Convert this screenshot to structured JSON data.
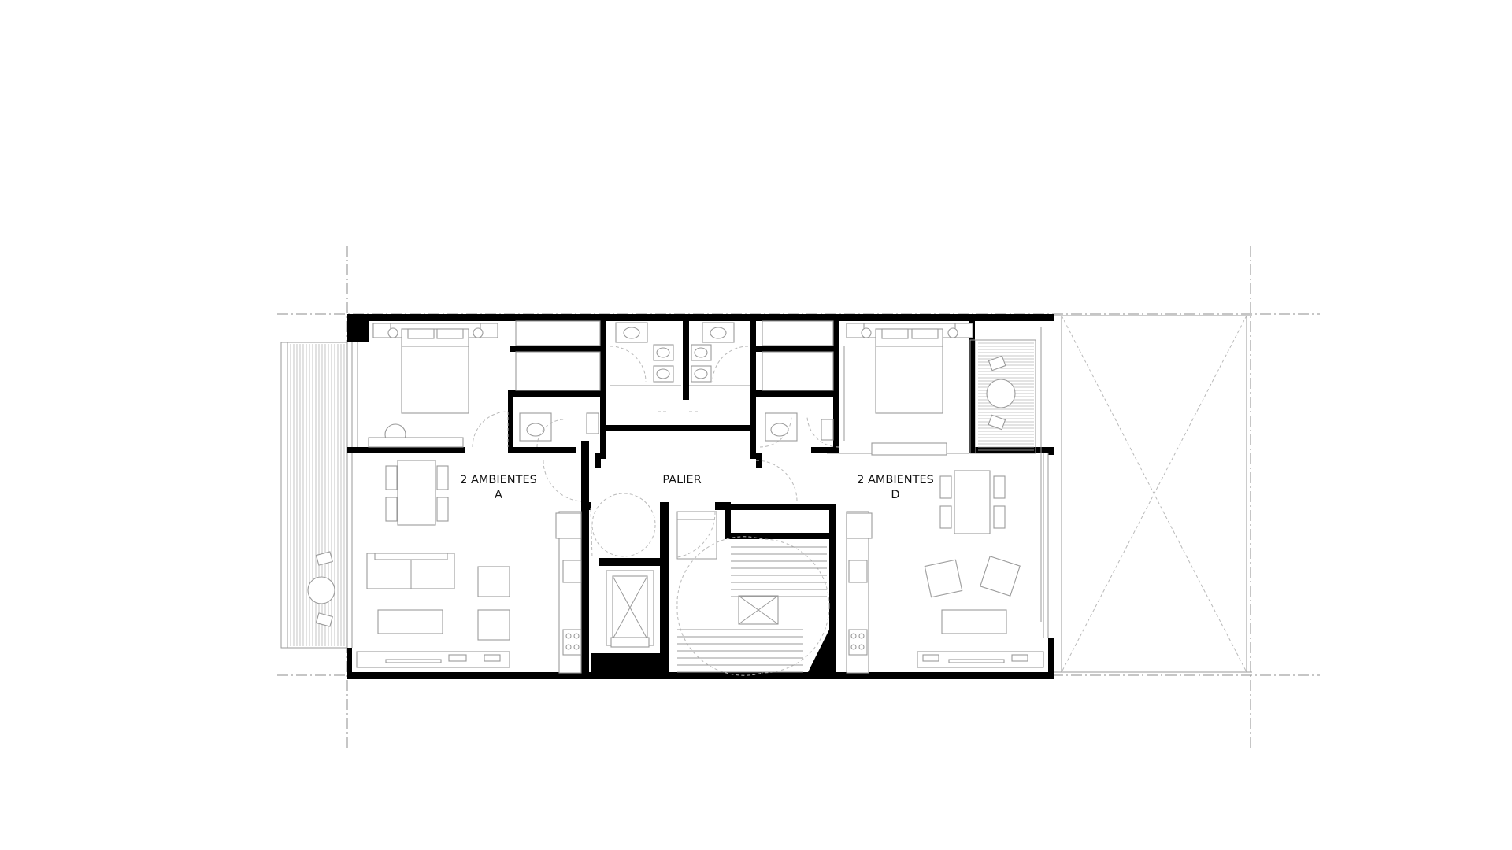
{
  "labels": {
    "unit_a_line1": "2 AMBIENTES",
    "unit_a_line2": "A",
    "landing": "PALIER",
    "unit_d_line1": "2 AMBIENTES",
    "unit_d_line2": "D"
  },
  "colors": {
    "wall": "#000000",
    "line": "#9a9a9a",
    "background": "#ffffff"
  }
}
